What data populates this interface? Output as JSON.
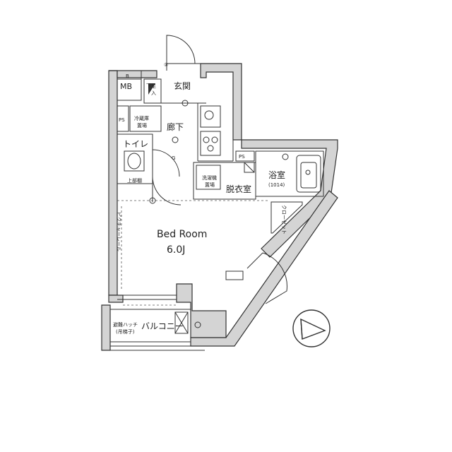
{
  "rooms": {
    "bedroom_name": "Bed Room",
    "bedroom_size": "6.0J",
    "entrance": "玄関",
    "hallway": "廊下",
    "toilet": "トイレ",
    "bath": "浴室",
    "bath_size": "(1014)",
    "dressing": "脱衣室",
    "balcony": "バルコニー",
    "closet": "クローゼット"
  },
  "labels": {
    "mb_b": "B",
    "mb": "MB",
    "ps_left": "PS",
    "ps_right": "PS",
    "fridge": "冷蔵庫",
    "fridge_2": "置場",
    "washer": "洗濯機",
    "washer_2": "置場",
    "shoe": "下足",
    "shoe_2": "入",
    "upper_shelf": "上部棚",
    "curtain_rail": "ピクチャーレール",
    "hatch": "避難ハッチ",
    "hatch_2": "(吊梯子)",
    "circle_g": "G",
    "circle_1": "①"
  },
  "colors": {
    "wall_fill": "#d4d4d4",
    "line": "#333333"
  },
  "icons": {
    "compass": "compass-north-icon"
  }
}
